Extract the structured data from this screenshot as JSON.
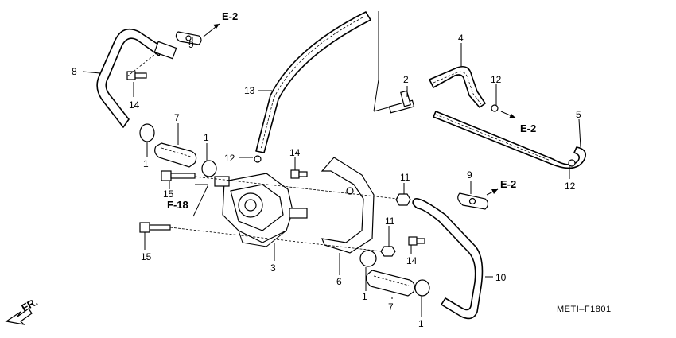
{
  "callouts": {
    "c1a": "1",
    "c1b": "1",
    "c1c": "1",
    "c1d": "1",
    "c2": "2",
    "c3": "3",
    "c4": "4",
    "c5": "5",
    "c6": "6",
    "c7a": "7",
    "c7b": "7",
    "c8": "8",
    "c9a": "9",
    "c9b": "9",
    "c10": "10",
    "c11a": "11",
    "c11b": "11",
    "c12a": "12",
    "c12b": "12",
    "c12c": "12",
    "c13": "13",
    "c14a": "14",
    "c14b": "14",
    "c14c": "14",
    "c15a": "15",
    "c15b": "15"
  },
  "references": {
    "e2_top": "E-2",
    "e2_right": "E-2",
    "e2_mid": "E-2",
    "f18": "F-18"
  },
  "direction_label": "FR.",
  "diagram_code": "METI–F1801"
}
